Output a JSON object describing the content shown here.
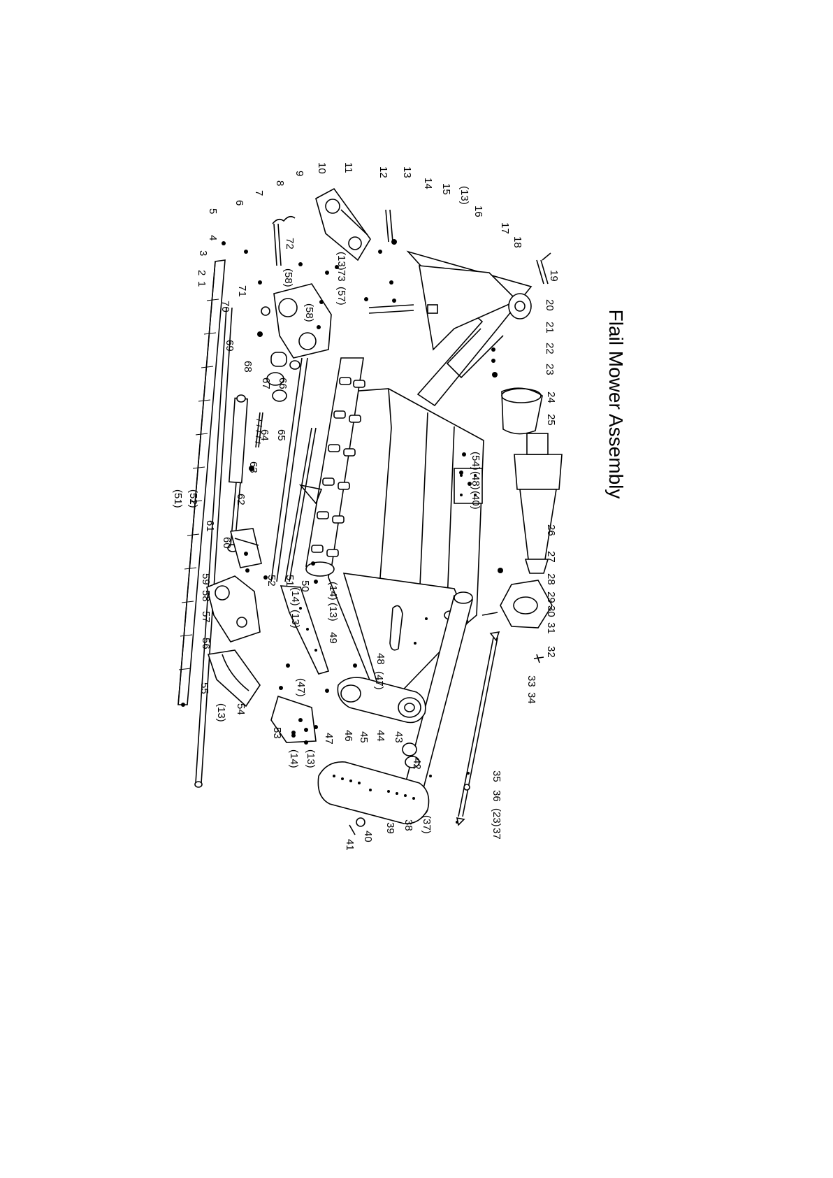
{
  "title": "Flail Mower Assembly",
  "labels": {
    "1": "1",
    "2": "2",
    "3": "3",
    "4": "4",
    "5": "5",
    "6": "6",
    "7": "7",
    "8": "8",
    "9": "9",
    "10": "10",
    "11": "11",
    "12": "12",
    "13": "13",
    "14": "14",
    "15": "15",
    "13a": "(13)",
    "16": "16",
    "17": "17",
    "18": "18",
    "19": "19",
    "20": "20",
    "21": "21",
    "22": "22",
    "23": "23",
    "24": "24",
    "25": "25",
    "54a": "(54)",
    "48a": "(48)",
    "40a": "(40)",
    "26": "26",
    "27": "27",
    "28": "28",
    "29": "29",
    "30": "30",
    "31": "31",
    "32": "32",
    "33": "33",
    "34": "34",
    "35": "35",
    "36": "36",
    "23a": "(23)",
    "37": "37",
    "37a": "(37)",
    "38": "38",
    "39": "39",
    "40": "40",
    "41": "41",
    "42": "42",
    "43": "43",
    "44": "44",
    "45": "45",
    "46": "46",
    "47": "47",
    "47a": "(47)",
    "47b": "(47)",
    "48": "48",
    "49": "49",
    "13b": "(13)",
    "14a": "(14)",
    "13c": "(13)",
    "14b": "(14)",
    "13d": "(13)",
    "14c": "(14)",
    "13e": "(13)",
    "50": "50",
    "51": "51",
    "52": "52",
    "53": "53",
    "54": "54",
    "55": "55",
    "56": "56",
    "57": "57",
    "58": "58",
    "59": "59",
    "60": "60",
    "61": "61",
    "62": "62",
    "63": "63",
    "64": "64",
    "65": "65",
    "66": "66",
    "67": "67",
    "68": "68",
    "69": "69",
    "70": "70",
    "71": "71",
    "72": "72",
    "73": "73",
    "57a": "(57)",
    "58a": "(58)",
    "58b": "(58)",
    "51a": "(51)",
    "52a": "(52)"
  }
}
